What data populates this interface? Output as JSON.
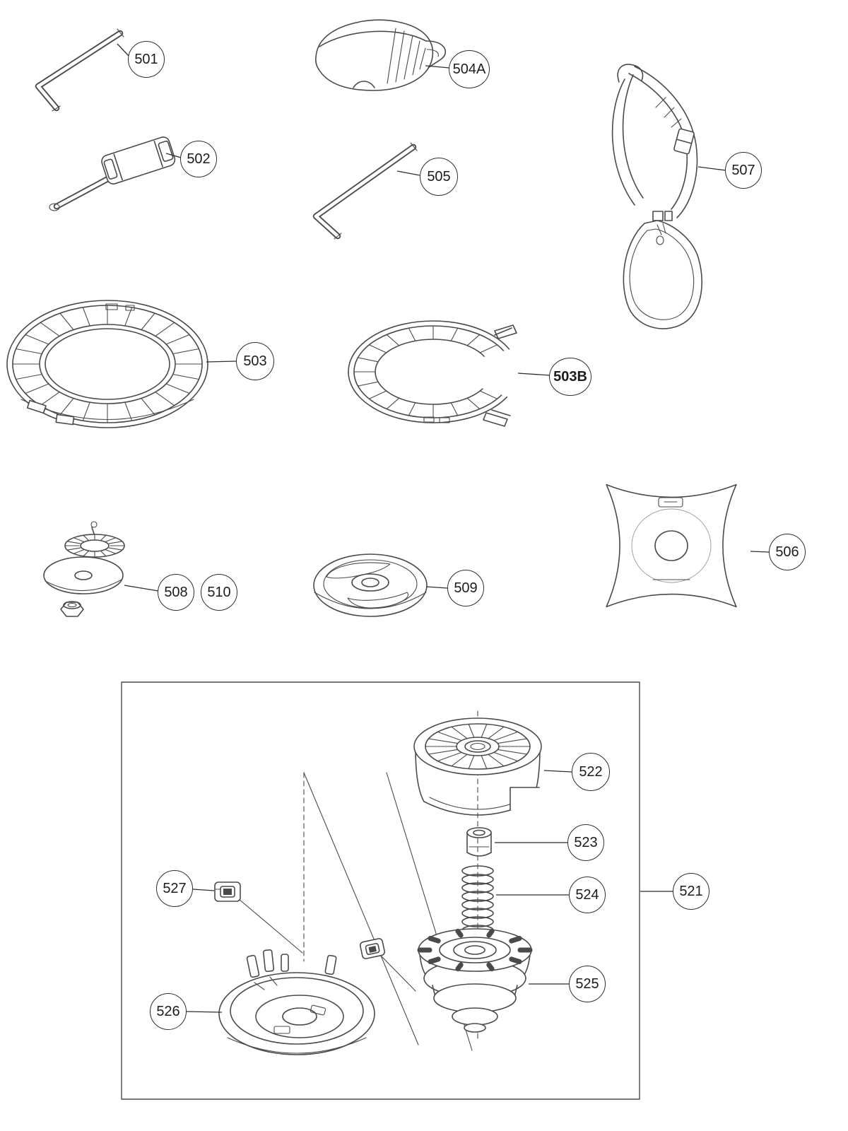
{
  "diagram": {
    "colors": {
      "background": "#ffffff",
      "line": "#4a4a4a",
      "callout_border": "#2e2e2e"
    },
    "callouts": [
      {
        "part": "501"
      },
      {
        "part": "502"
      },
      {
        "part": "503"
      },
      {
        "part": "503B"
      },
      {
        "part": "504A"
      },
      {
        "part": "505"
      },
      {
        "part": "506"
      },
      {
        "part": "507"
      },
      {
        "part": "508"
      },
      {
        "part": "509"
      },
      {
        "part": "510"
      },
      {
        "part": "521"
      },
      {
        "part": "522"
      },
      {
        "part": "523"
      },
      {
        "part": "524"
      },
      {
        "part": "525"
      },
      {
        "part": "526"
      },
      {
        "part": "527"
      }
    ]
  }
}
